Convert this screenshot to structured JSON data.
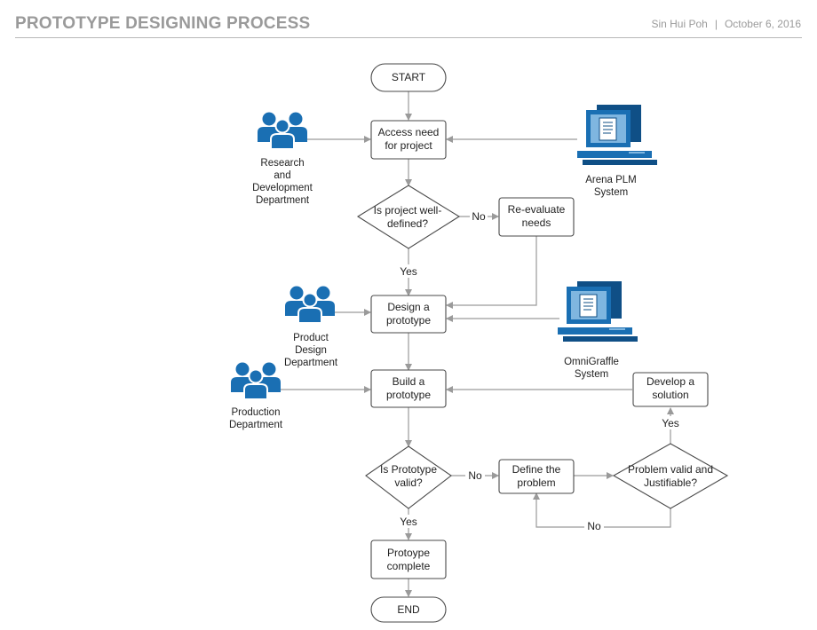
{
  "header": {
    "title": "PROTOTYPE DESIGNING PROCESS",
    "author": "Sin Hui Poh",
    "separator": "|",
    "date": "October 6, 2016"
  },
  "colors": {
    "icon_blue": "#1a6fb3",
    "icon_dark": "#0f4f86",
    "line": "#9a9a9a",
    "box_border": "#4a4a4a"
  },
  "nodes": {
    "start": [
      "START"
    ],
    "access": [
      "Access need",
      "for project"
    ],
    "well_defined": [
      "Is project well-",
      "defined?"
    ],
    "reevaluate": [
      "Re-evaluate",
      "needs"
    ],
    "design": [
      "Design a",
      "prototype"
    ],
    "build": [
      "Build a",
      "prototype"
    ],
    "valid": [
      "Is Prototype",
      "valid?"
    ],
    "define": [
      "Define the",
      "problem"
    ],
    "justifiable": [
      "Problem valid and",
      "Justifiable?"
    ],
    "develop": [
      "Develop a",
      "solution"
    ],
    "complete": [
      "Protoype",
      "complete"
    ],
    "end": [
      "END"
    ]
  },
  "edge_labels": {
    "no_1": "No",
    "yes_1": "Yes",
    "no_2": "No",
    "yes_2": "Yes",
    "yes_3": "Yes",
    "no_3": "No"
  },
  "actors": {
    "rd": {
      "icon": "people-group-icon",
      "label": [
        "Research",
        "and",
        "Development",
        "Department"
      ]
    },
    "product": {
      "icon": "people-group-icon",
      "label": [
        "Product",
        "Design",
        "Department"
      ]
    },
    "production": {
      "icon": "people-group-icon",
      "label": [
        "Production",
        "Department"
      ]
    }
  },
  "systems": {
    "arena": {
      "icon": "computer-icon",
      "label": [
        "Arena PLM",
        "System"
      ]
    },
    "omni": {
      "icon": "computer-icon",
      "label": [
        "OmniGraffle",
        "System"
      ]
    }
  }
}
